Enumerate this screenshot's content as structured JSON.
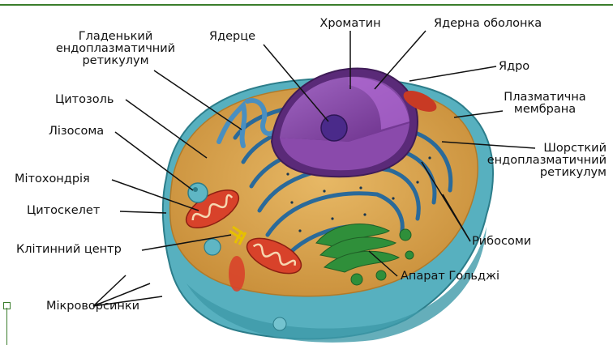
{
  "labels": {
    "chromatin": "Хроматин",
    "nuclear_envelope": "Ядерна оболонка",
    "smooth_er": [
      "Гладенький",
      "ендоплазматичний",
      "ретикулум"
    ],
    "nucleolus": "Ядерце",
    "nucleus": "Ядро",
    "plasma_membrane": [
      "Плазматична",
      "мембрана"
    ],
    "cytosol": "Цитозоль",
    "lysosome": "Лізосома",
    "rough_er": [
      "Шорсткий",
      "ендоплазматичний",
      "ретикулум"
    ],
    "mitochondrion": "Мітохондрія",
    "cytoskeleton": "Цитоскелет",
    "ribosomes": "Рибосоми",
    "centrosome": "Клітинний центр",
    "golgi": "Апарат Гольджі",
    "microvilli": "Мікроворсинки"
  },
  "colors": {
    "cytoplasm": "#d6a24e",
    "membrane": "#5fb6c4",
    "nucleus": "#7b3e99",
    "er": "#2a6a9a",
    "golgi": "#2f8f3a",
    "mitochondria": "#d8422a",
    "frame": "#3a7d2c"
  }
}
